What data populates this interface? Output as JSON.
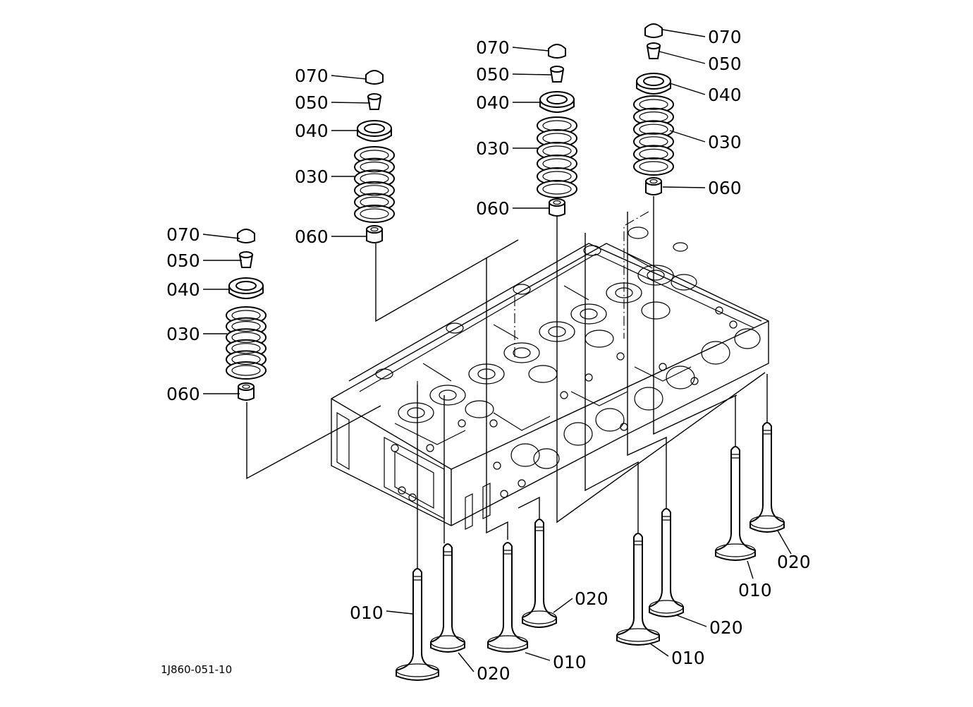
{
  "diagram": {
    "drawing_code": "1J860-051-10",
    "parts": {
      "valve_in": "010",
      "valve_ex": "020",
      "spring": "030",
      "retainer": "040",
      "collet": "050",
      "seal": "060",
      "cap": "070"
    }
  }
}
